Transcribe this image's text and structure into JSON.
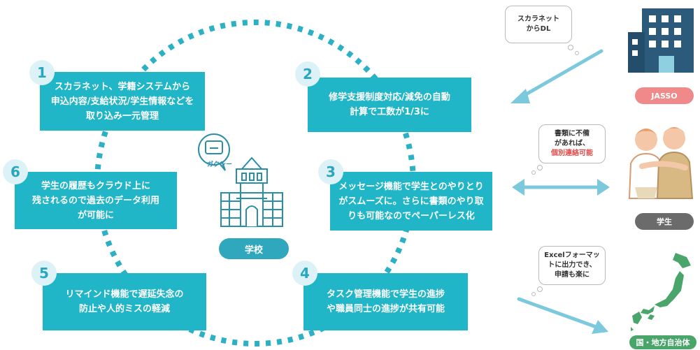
{
  "flow_items": [
    {
      "num": "1",
      "text": "スカラネット、学籍システムから\n申込内容/支給状況/学生情報などを\n取り込み一元管理"
    },
    {
      "num": "2",
      "text": "修学支援制度対応/減免の自動\n計算で工数が1/3に"
    },
    {
      "num": "3",
      "text": "メッセージ機能で学生とのやりとり\nがスムーズに。さらに書類のやり取\nりも可能なのでペーパーレス化"
    },
    {
      "num": "4",
      "text": "タスク管理機能で学生の進捗\nや職員同士の進捗が共有可能"
    },
    {
      "num": "5",
      "text": "リマインド機能で遅延失念の\n防止や人的ミスの軽減"
    },
    {
      "num": "6",
      "text": "学生の履歴もクラウド上に\n残されるので過去のデータ利用\nが可能に"
    }
  ],
  "center": {
    "logo_text": "ガクシー",
    "label": "学校"
  },
  "bubbles": {
    "jasso": "スカラネット\nからDL",
    "student_line1": "書類に不備\nがあれば、",
    "student_highlight": "個別連絡可能",
    "gov": "Excelフォーマッ\nトに出力でき、\n申請も楽に"
  },
  "entities": {
    "jasso": "JASSO",
    "student": "学生",
    "gov": "国・地方自治体"
  },
  "colors": {
    "teal": "#20b5c7",
    "arrow": "#7cc9de",
    "jasso_pill": "#f08a8a",
    "student_pill": "#6b6b6b",
    "gov_pill": "#4aa56a",
    "highlight_text": "#e24848"
  }
}
